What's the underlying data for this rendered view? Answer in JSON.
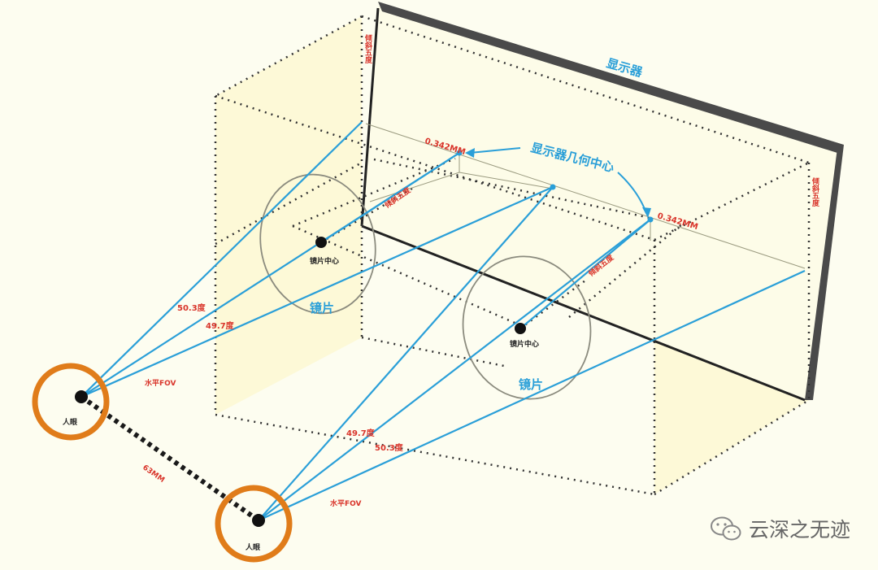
{
  "labels": {
    "display": "显示器",
    "tilt_top_left": "倾斜五度",
    "tilt_right": "倾斜五度",
    "tilt_lens_left": "倾斜五度",
    "tilt_lens_right": "倾斜五度",
    "offset_left": "0.342MM",
    "offset_right": "0.342MM",
    "geometric_center": "显示器几何中心",
    "lens_center_left": "镜片中心",
    "lens_center_right": "镜片中心",
    "lens_left": "镜片",
    "lens_right": "镜片",
    "angle_left_outer": "50.3度",
    "angle_left_inner": "49.7度",
    "angle_right_inner": "49.7度",
    "angle_right_outer": "50.3度",
    "fov_left": "水平FOV",
    "fov_right": "水平FOV",
    "eye_left": "人眼",
    "eye_right": "人眼",
    "ipd": "63MM"
  },
  "watermark": {
    "text": "云深之无迹"
  },
  "colors": {
    "ray": "#2A9FD8",
    "eye_ring": "#E07C1A",
    "label_red": "#D9352B",
    "bezel": "#4A4A4A",
    "panel": "#FCF8D6"
  }
}
